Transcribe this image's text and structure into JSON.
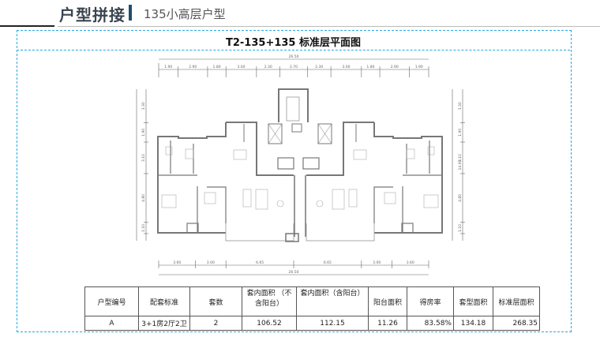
{
  "header": {
    "title": "户型拼接",
    "subtitle": "135小高层户型"
  },
  "plan": {
    "title": "T2-135+135 标准层平面图",
    "top_total": "26.50",
    "top_dims": [
      "1.90",
      "2.90",
      "1.80",
      "3.00",
      "2.30",
      "2.70",
      "2.30",
      "3.00",
      "1.80",
      "2.90",
      "1.90"
    ],
    "bottom_dims": [
      "3.60",
      "3.00",
      "6.65",
      "6.65",
      "3.00",
      "3.60"
    ],
    "bottom_total": "26.50",
    "side_dims": [
      "3.30",
      "1.90",
      "3.10",
      "4.80",
      "1.10"
    ],
    "side_total": "14.90",
    "wall_color": "#777777"
  },
  "table": {
    "headers": [
      "户型编号",
      "配套标准",
      "套数",
      "套内面积 （不含阳台）",
      "套内面积（含阳台）",
      "阳台面积",
      "得房率",
      "套型面积",
      "标准层面积"
    ],
    "rows": [
      [
        "A",
        "3+1房2厅2卫",
        "2",
        "106.52",
        "112.15",
        "11.26",
        "83.58%",
        "134.18",
        "268.35"
      ]
    ]
  }
}
